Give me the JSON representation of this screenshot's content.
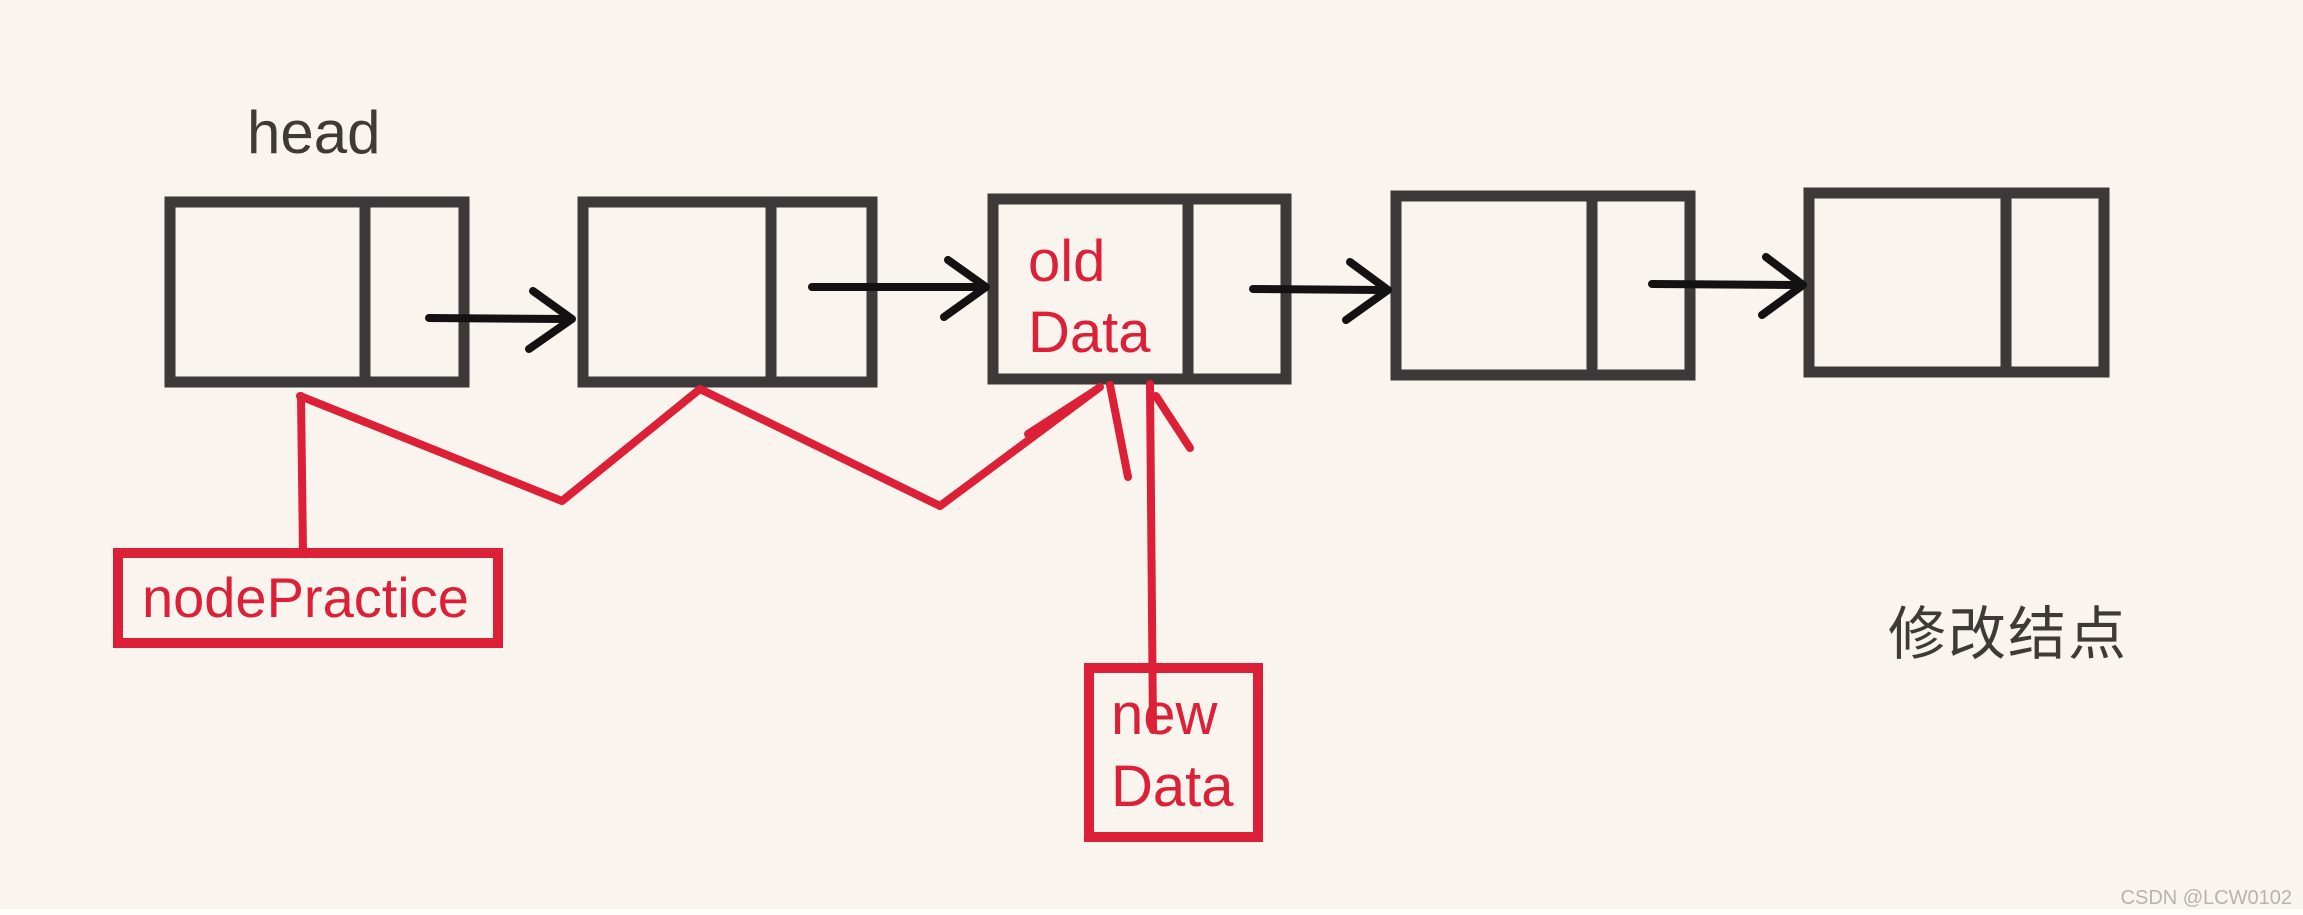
{
  "colors": {
    "background": "#F9F4EE",
    "node_border": "#3D3938",
    "arrow_black": "#131111",
    "accent_red": "#DB2038",
    "text_dark": "#3E3A38",
    "watermark_gray": "#B8B3AD"
  },
  "diagram": {
    "head_label": "head",
    "annotation": "修改结点",
    "nodes": [
      {
        "name": "node-1",
        "value": ""
      },
      {
        "name": "node-2",
        "value": ""
      },
      {
        "name": "node-3",
        "value": "old Data",
        "value_line1": "old",
        "value_line2": "Data"
      },
      {
        "name": "node-4",
        "value": ""
      },
      {
        "name": "node-5",
        "value": ""
      }
    ],
    "black_links": [
      {
        "from": "node-1",
        "to": "node-2"
      },
      {
        "from": "node-2",
        "to": "node-3"
      },
      {
        "from": "node-3",
        "to": "node-4"
      },
      {
        "from": "node-4",
        "to": "node-5"
      }
    ],
    "node_practice_box": {
      "label": "nodePractice",
      "points_to": [
        "node-1",
        "node-3"
      ]
    },
    "new_data_box": {
      "label": "new Data",
      "label_line1": "new",
      "label_line2": "Data",
      "points_to": [
        "node-3"
      ]
    }
  },
  "page": {
    "watermark": "CSDN @LCW0102"
  }
}
